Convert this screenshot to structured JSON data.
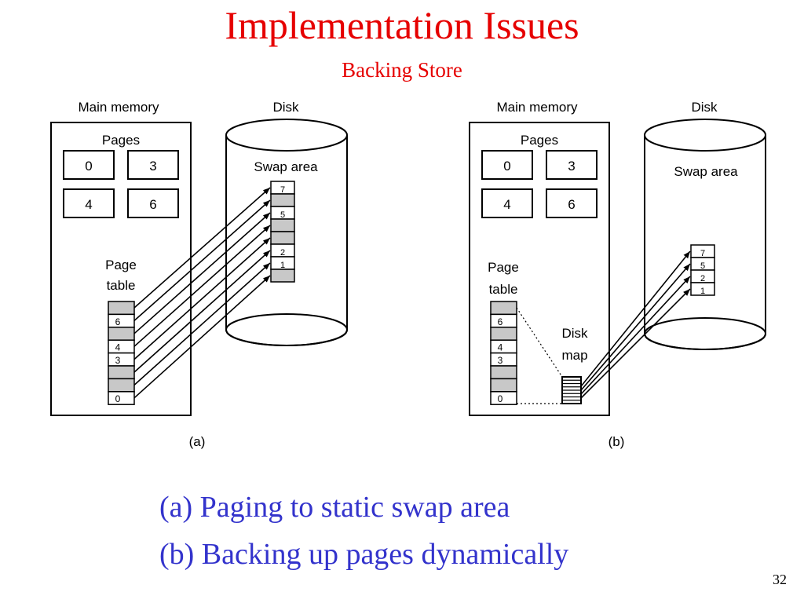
{
  "slide": {
    "title": "Implementation Issues",
    "subtitle": "Backing Store",
    "page_number": "32",
    "captions": [
      "(a) Paging to static swap area",
      "(b) Backing up pages dynamically"
    ]
  },
  "colors": {
    "title": "#e60000",
    "caption": "#3333cc",
    "slot_fill": "#c8c8c8"
  },
  "diagram_a": {
    "main_memory_label": "Main memory",
    "disk_label": "Disk",
    "pages_label": "Pages",
    "pages": [
      "0",
      "3",
      "4",
      "6"
    ],
    "page_table_label_1": "Page",
    "page_table_label_2": "table",
    "page_table": [
      "",
      "6",
      "",
      "4",
      "3",
      "",
      "",
      "0"
    ],
    "swap_area_label": "Swap area",
    "swap_slots": [
      "7",
      "",
      "5",
      "",
      "",
      "2",
      "1",
      ""
    ],
    "panel_label": "(a)"
  },
  "diagram_b": {
    "main_memory_label": "Main memory",
    "disk_label": "Disk",
    "pages_label": "Pages",
    "pages": [
      "0",
      "3",
      "4",
      "6"
    ],
    "page_table_label_1": "Page",
    "page_table_label_2": "table",
    "page_table": [
      "",
      "6",
      "",
      "4",
      "3",
      "",
      "",
      "0"
    ],
    "swap_area_label": "Swap area",
    "swap_slots": [
      "7",
      "5",
      "2",
      "1"
    ],
    "disk_map_label_1": "Disk",
    "disk_map_label_2": "map",
    "panel_label": "(b)"
  }
}
